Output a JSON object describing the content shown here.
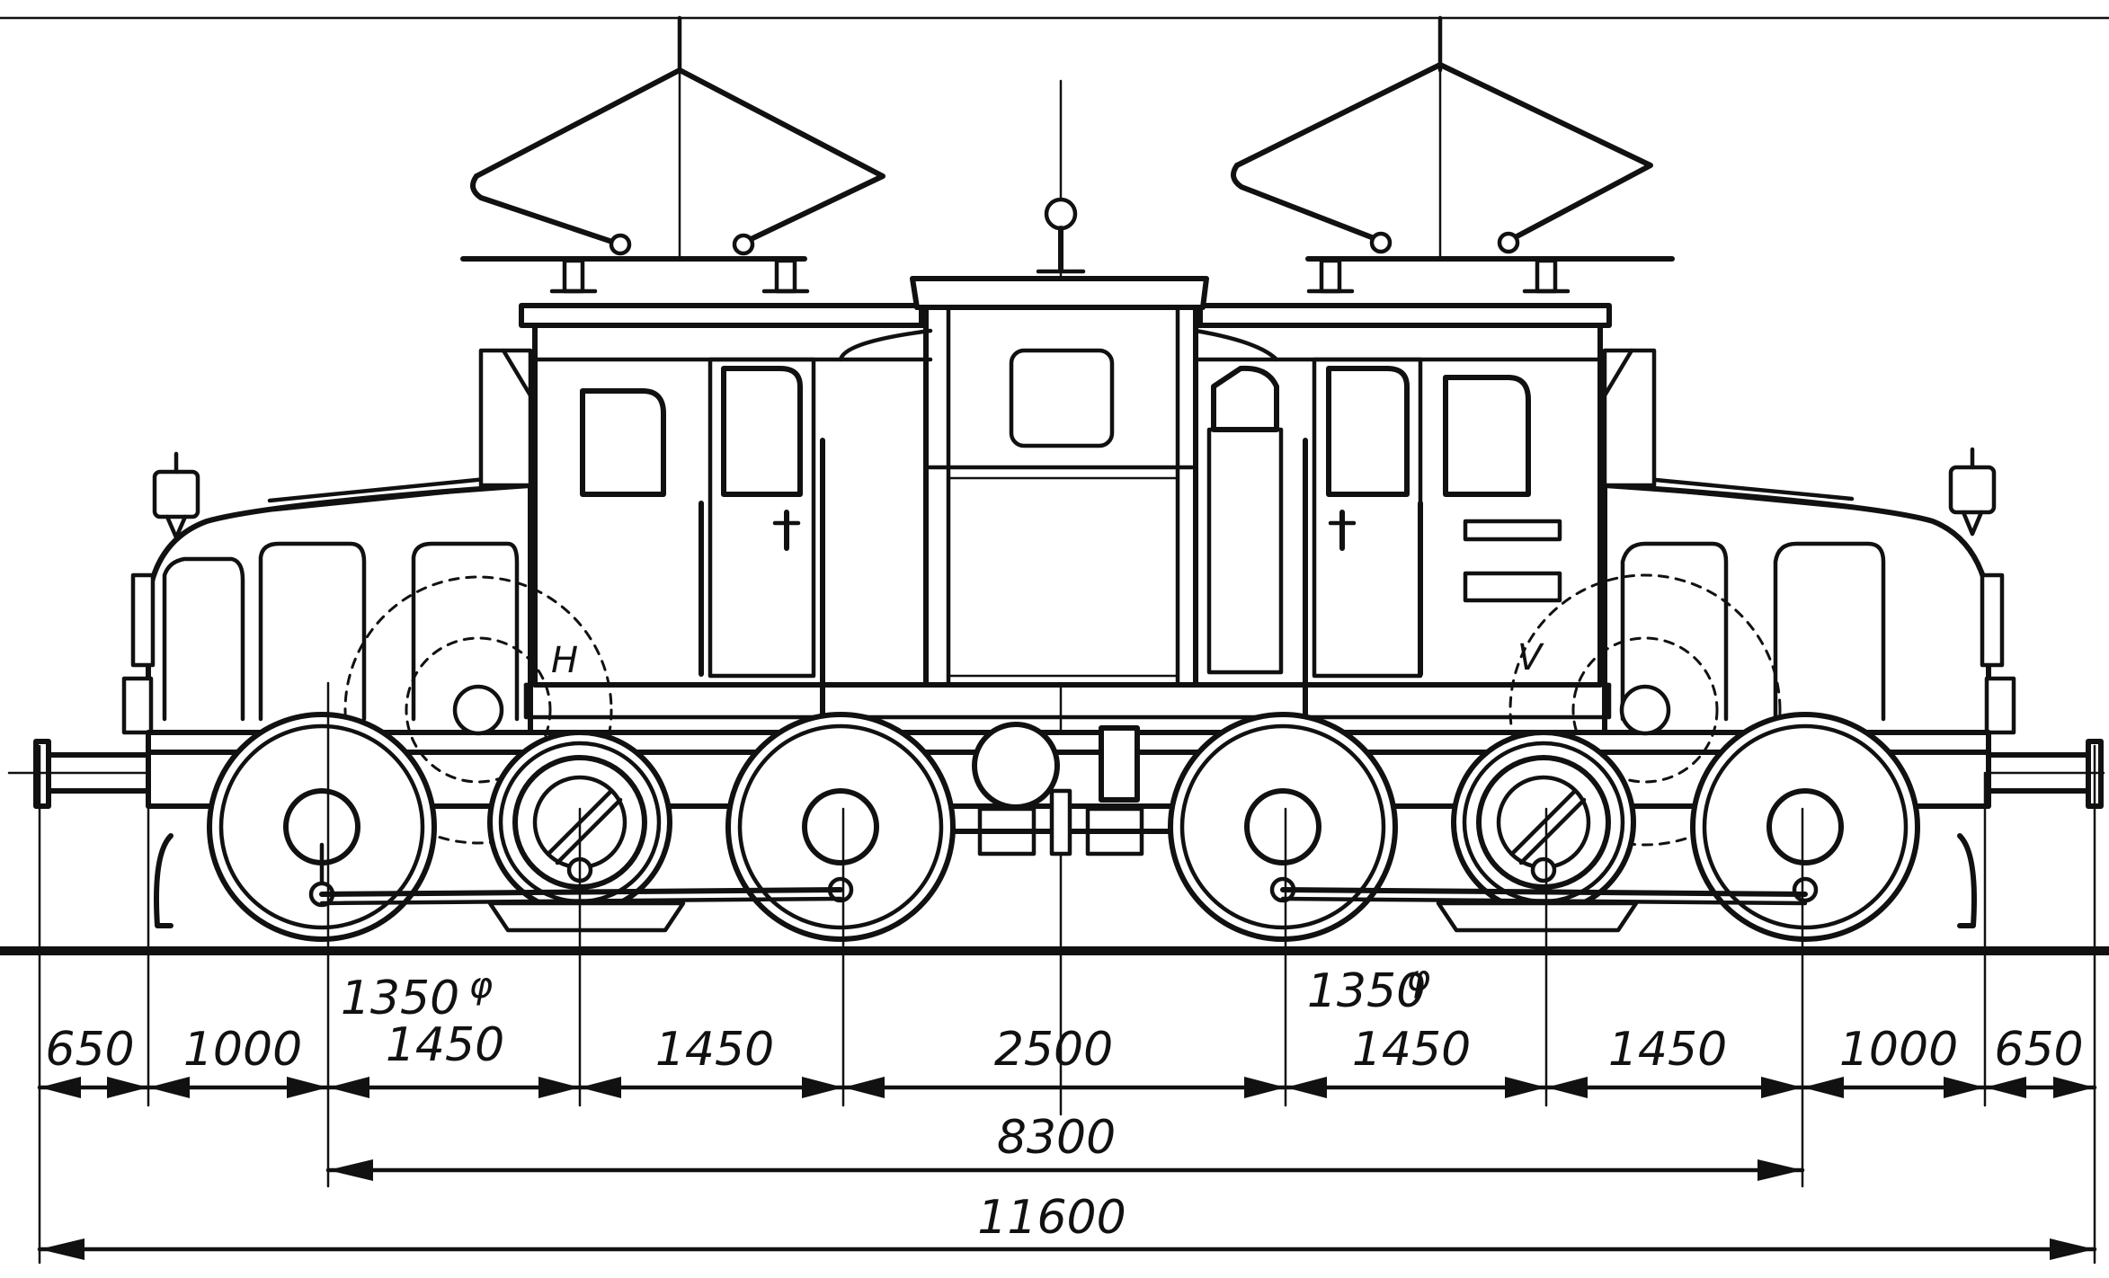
{
  "labels": {
    "h": "H",
    "v": "V"
  },
  "dimensions": {
    "wheel_diameter_rear": "1350",
    "wheel_diameter_front": "1350",
    "diameter_symbol": "φ",
    "segments": [
      "650",
      "1000",
      "1450",
      "1450",
      "2500",
      "1450",
      "1450",
      "1000",
      "650"
    ],
    "wheelbase": "8300",
    "length_over_buffers": "11600"
  }
}
